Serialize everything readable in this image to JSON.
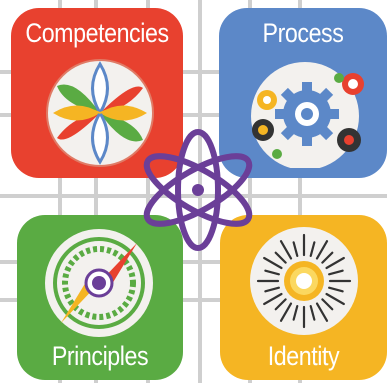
{
  "tiles": {
    "competencies": {
      "label": "Competencies",
      "color": "#e8412f",
      "icon": "flower-icon"
    },
    "process": {
      "label": "Process",
      "color": "#5c88c8",
      "icon": "gears-icon"
    },
    "principles": {
      "label": "Principles",
      "color": "#5aab43",
      "icon": "compass-icon"
    },
    "identity": {
      "label": "Identity",
      "color": "#f5b523",
      "icon": "sunburst-icon"
    }
  },
  "center": {
    "icon": "atom-icon",
    "color": "#6b3f98"
  },
  "grid_color": "#cccccc"
}
